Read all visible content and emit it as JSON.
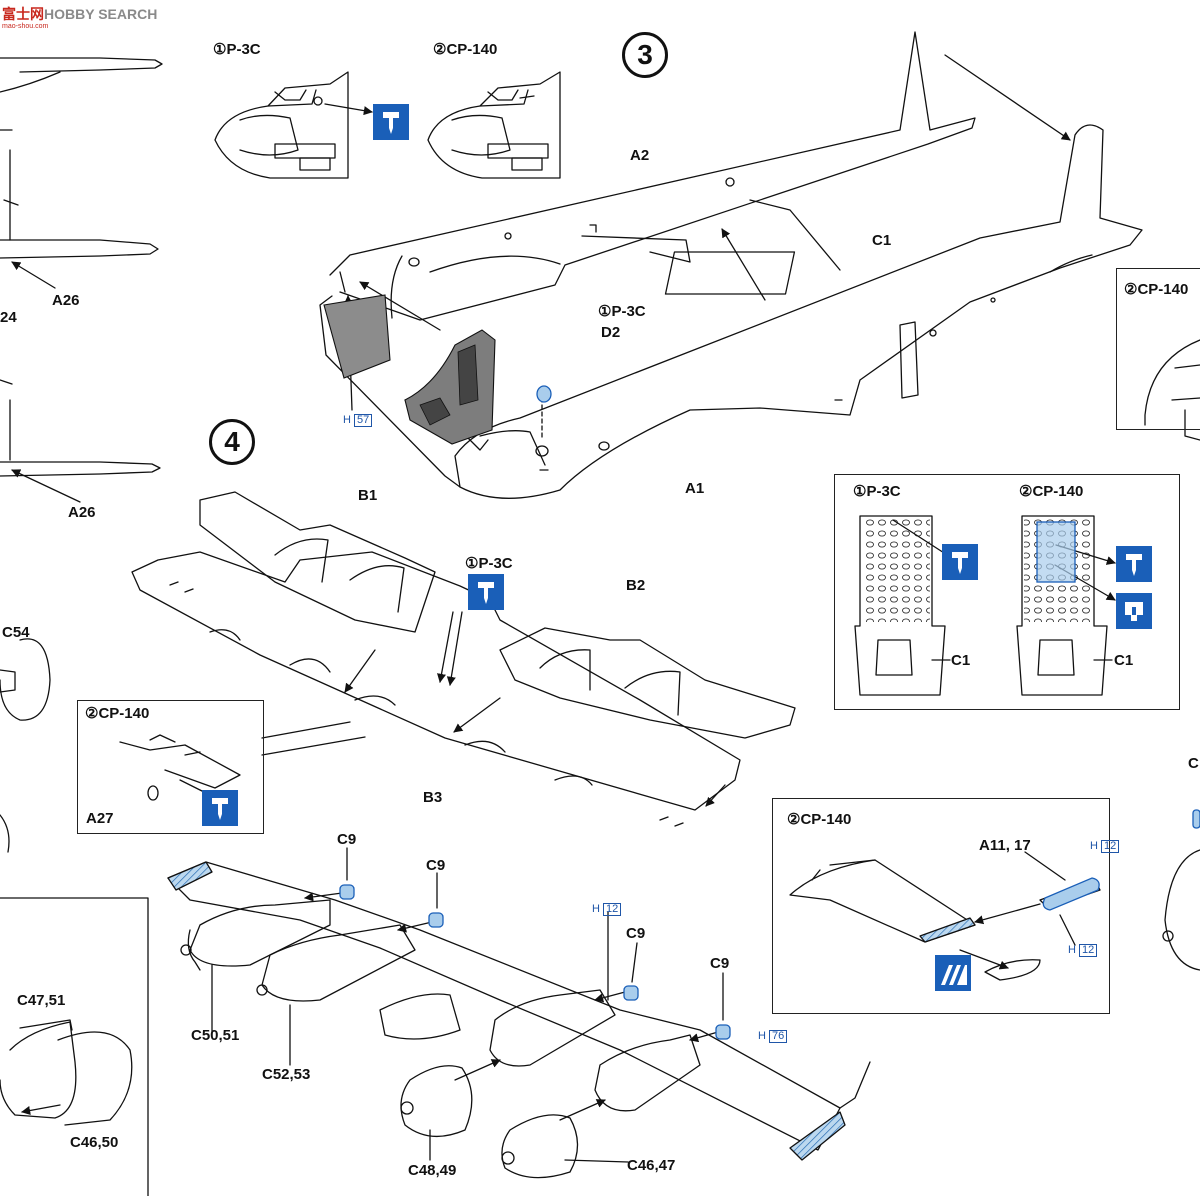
{
  "watermark": {
    "brand": "HOBBY SEARCH",
    "cn": "富士网",
    "url": "mao-shou.com"
  },
  "steps": {
    "s3": "3",
    "s4": "4"
  },
  "variants": {
    "top_p3c": "①P-3C",
    "top_cp140": "②CP-140",
    "cp140_right_cut": "②CP-140",
    "fuselage_p3c": "①P-3C",
    "box_p3c": "①P-3C",
    "box_cp140": "②CP-140",
    "wing_p3c": "①P-3C",
    "wing_cp140": "②CP-140",
    "tail_cp140": "②CP-140"
  },
  "parts": {
    "a2": "A2",
    "c1_top": "C1",
    "d2": "D2",
    "a1": "A1",
    "a26_1": "A26",
    "a26_2": "A26",
    "n24": "24",
    "b1": "B1",
    "b2": "B2",
    "b3": "B3",
    "a27": "A27",
    "c54": "C54",
    "c1_box1": "C1",
    "c1_box2": "C1",
    "c9_1": "C9",
    "c9_2": "C9",
    "c9_3": "C9",
    "c9_4": "C9",
    "c50_51": "C50,51",
    "c52_53": "C52,53",
    "c47_51": "C47,51",
    "c46_50": "C46,50",
    "c48_49": "C48,49",
    "c46_47": "C46,47",
    "a11_17": "A11, 17",
    "c_edge": "C"
  },
  "paint": {
    "h57": {
      "code": "H",
      "num": "57"
    },
    "h12_wing": {
      "code": "H",
      "num": "12"
    },
    "h76": {
      "code": "H",
      "num": "76"
    },
    "h12_tail_a": {
      "code": "H",
      "num": "12"
    },
    "h12_tail_b": {
      "code": "H",
      "num": "12"
    }
  },
  "colors": {
    "ink": "#111111",
    "accent_blue": "#1a5fb8",
    "paint_text": "#1f56a8",
    "interior_grey": "#8c8c8c",
    "part_blue": "#a9cdec"
  },
  "icons": [
    "drill-hole-icon",
    "open-hole-icon",
    "decal-icon",
    "arrow-icon"
  ]
}
